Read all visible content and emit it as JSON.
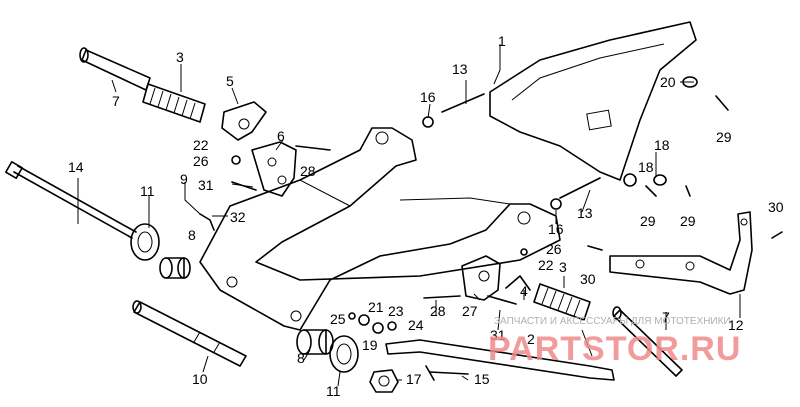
{
  "labels": {
    "l1": "1",
    "l2": "2",
    "l3a": "3",
    "l3b": "3",
    "l4": "4",
    "l5": "5",
    "l6": "6",
    "l7a": "7",
    "l7b": "7",
    "l8a": "8",
    "l8b": "8",
    "l9": "9",
    "l10": "10",
    "l11a": "11",
    "l11b": "11",
    "l12": "12",
    "l13a": "13",
    "l13b": "13",
    "l14": "14",
    "l15": "15",
    "l16a": "16",
    "l16b": "16",
    "l17": "17",
    "l18a": "18",
    "l18b": "18",
    "l19": "19",
    "l20": "20",
    "l21": "21",
    "l22a": "22",
    "l22b": "22",
    "l23": "23",
    "l24": "24",
    "l25": "25",
    "l26a": "26",
    "l26b": "26",
    "l27": "27",
    "l28a": "28",
    "l28b": "28",
    "l29a": "29",
    "l29b": "29",
    "l29c": "29",
    "l30a": "30",
    "l30b": "30",
    "l31a": "31",
    "l31b": "31",
    "l32": "32"
  },
  "watermark": {
    "brand": "PARTSTOR.RU",
    "tagline": "ЗАПЧАСТИ И АКСЕССУАРЫ ДЛЯ МОТОТЕХНИКИ"
  },
  "colors": {
    "line": "#000000",
    "watermark": "#f08a8a"
  }
}
